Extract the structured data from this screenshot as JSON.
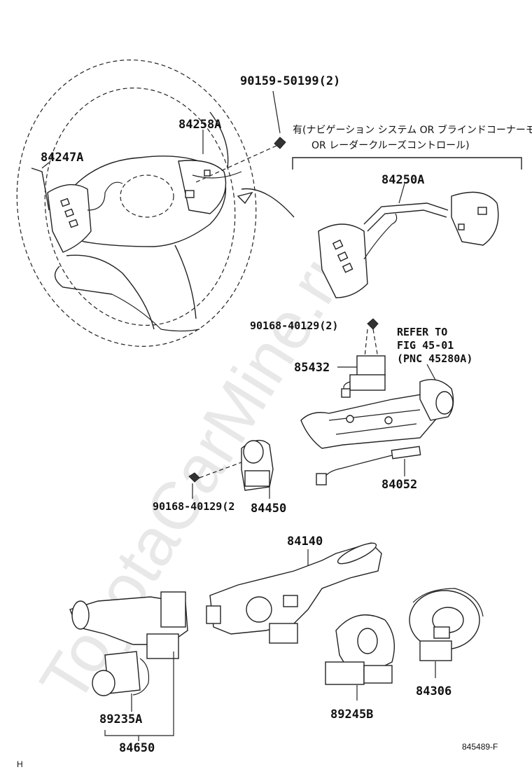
{
  "watermark": "ToyotaCarMine.ru",
  "parts": {
    "p_90159": "90159-50199(2)",
    "p_84258A": "84258A",
    "p_84247A": "84247A",
    "p_84250A": "84250A",
    "p_90168_top": "90168-40129(2)",
    "p_85432": "85432",
    "p_84052": "84052",
    "p_90168_bottom": "90168-40129(2",
    "p_84450": "84450",
    "p_84140": "84140",
    "p_89235A": "89235A",
    "p_84650": "84650",
    "p_89245B": "89245B",
    "p_84306": "84306"
  },
  "notes": {
    "option_line1": "有(ナビゲーション システム OR ブラインドコーナーモニター",
    "option_line2": "OR レーダークルーズコントロール)",
    "refer_line1": "REFER TO",
    "refer_line2": "FIG 45-01",
    "refer_line3": "(PNC 45280A)"
  },
  "footer": {
    "figure_code": "845489-F",
    "corner_mark": "H"
  }
}
